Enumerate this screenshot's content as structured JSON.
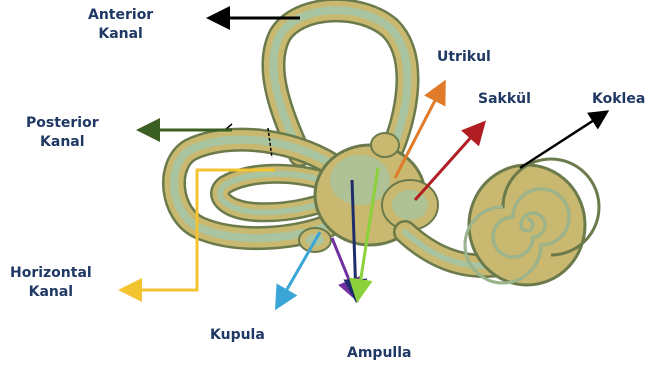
{
  "labels": {
    "anterior": [
      "Anterior",
      "Kanal"
    ],
    "posterior": [
      "Posterior",
      "Kanal"
    ],
    "horizontal": [
      "Horizontal",
      "Kanal"
    ],
    "utrikul": "Utrikul",
    "sakkul": "Sakkül",
    "koklea": "Koklea",
    "kupula": "Kupula",
    "ampulla": "Ampulla"
  },
  "colors": {
    "label_text": "#1f3864",
    "anterior_arrow": "#000000",
    "posterior_arrow": "#3b5e22",
    "horizontal_line": "#f4c430",
    "utrikul_arrow": "#e07b2a",
    "sakkul_arrow": "#b01e23",
    "koklea_arrow": "#000000",
    "kupula_arrow": "#3aa6d8",
    "ampulla_arrow_purple": "#7030a0",
    "ampulla_arrow_navy": "#1f2d6b",
    "ampulla_arrow_green": "#8bd13a",
    "canal_fill": "#c8b870",
    "canal_outline": "#6b7a4a",
    "canal_inner": "#a8c4a0"
  }
}
